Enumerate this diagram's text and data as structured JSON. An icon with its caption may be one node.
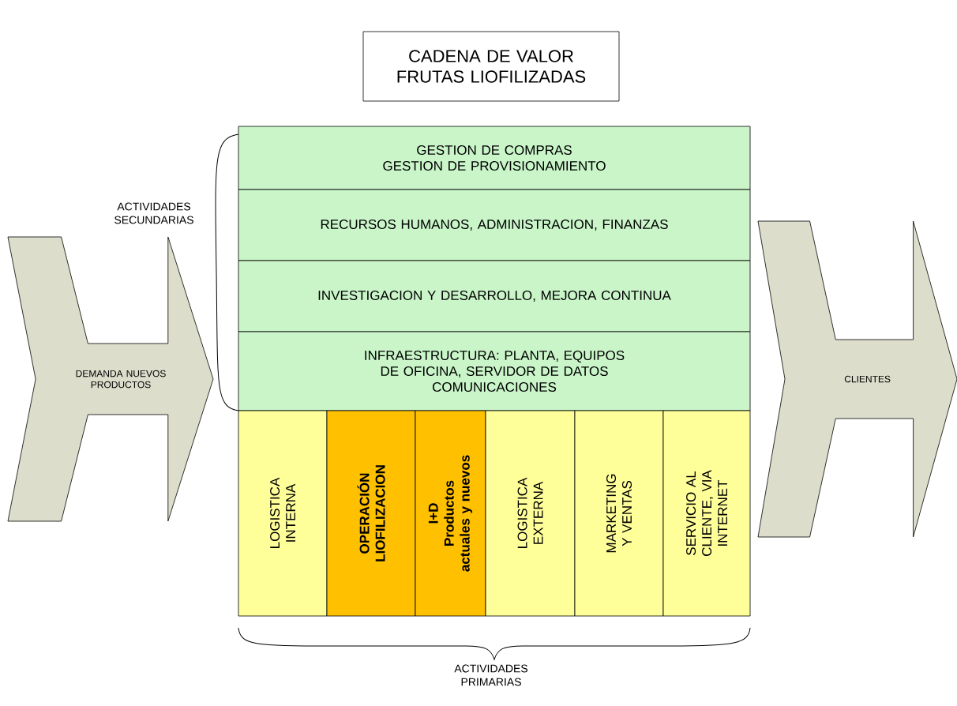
{
  "diagram": {
    "nodes": [
      {
        "text": [
          "CADENA DE VALOR FRUTAS LIOFILIZADAS"
        ]
      },
      {
        "text": [
          "DEMANDA NUEVOS PRODUCTOS"
        ]
      },
      {
        "text": [
          "GESTION DE COMPRAS",
          "GESTION DE PROVISIONAMIENTO"
        ]
      },
      {
        "text": [
          "RECURSOS HUMANOS, ADMINISTRACION, FINANZAS"
        ]
      },
      {
        "text": [
          "INVESTIGACION Y DESARROLLO, MEJORA CONTINUA"
        ]
      },
      {
        "text": [
          "INFRAESTRUCTURA: PLANTA, EQUIPOS DE OFICINA, SERVIDOR DE DATOS",
          "COMUNICACIONES"
        ]
      },
      {
        "text": [
          "LOGISTICA INTERNA"
        ]
      },
      {
        "text": [
          "OPERACIÓN LIOFILIZACION"
        ]
      },
      {
        "text": [
          "I+D",
          "Productos actuales y nuevos"
        ]
      },
      {
        "text": [
          "LOGISTICA EXTERNA"
        ]
      },
      {
        "text": [
          "MARKETING Y VENTAS"
        ]
      },
      {
        "text": [
          "SERVICIO AL CLIENTE, VIA INTERNET"
        ]
      },
      {
        "text": [
          "CLIENTES"
        ]
      }
    ],
    "labels": [
      "ACTIVIDADES SECUNDARIAS",
      "ACTIVIDADES PRIMARIAS"
    ]
  }
}
